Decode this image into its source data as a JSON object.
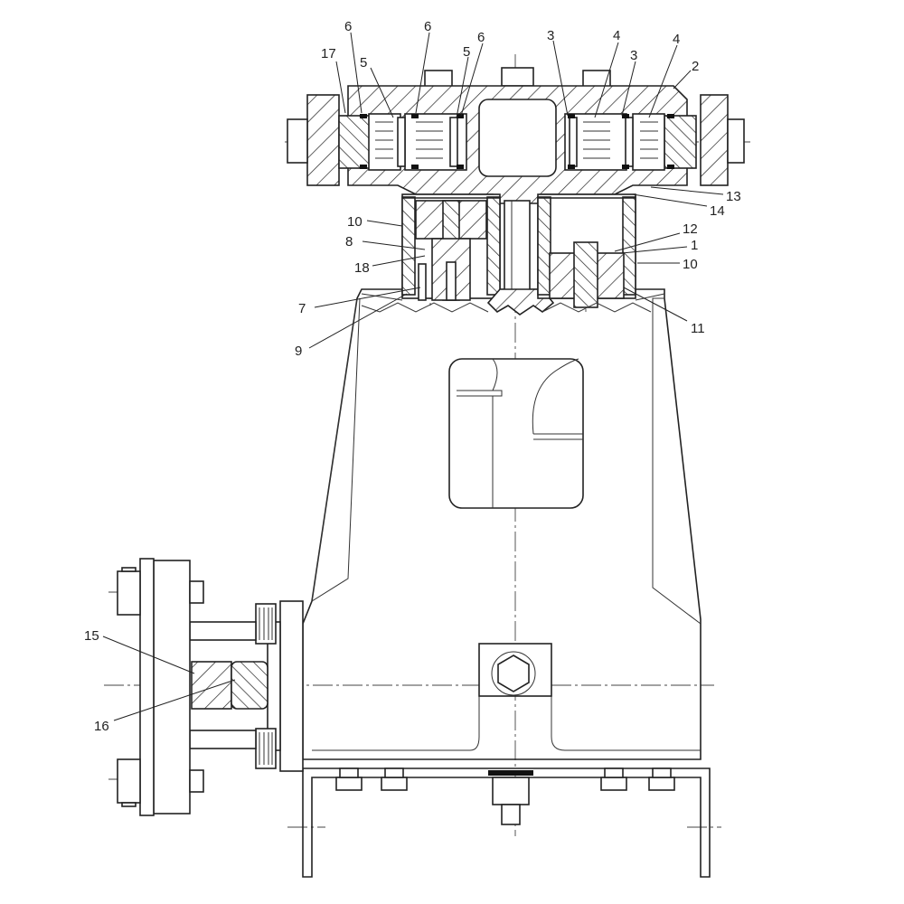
{
  "title": "Pump assembly sectional drawing",
  "callouts": {
    "c17": "17",
    "c6a": "6",
    "c5a": "5",
    "c6b": "6",
    "c5b": "5",
    "c6c": "6",
    "c3a": "3",
    "c4a": "4",
    "c3b": "3",
    "c4b": "4",
    "c2": "2",
    "c13": "13",
    "c14": "14",
    "c10a": "10",
    "c12": "12",
    "c1": "1",
    "c10b": "10",
    "c8": "8",
    "c18": "18",
    "c7": "7",
    "c9": "9",
    "c11": "11",
    "c15": "15",
    "c16": "16"
  }
}
